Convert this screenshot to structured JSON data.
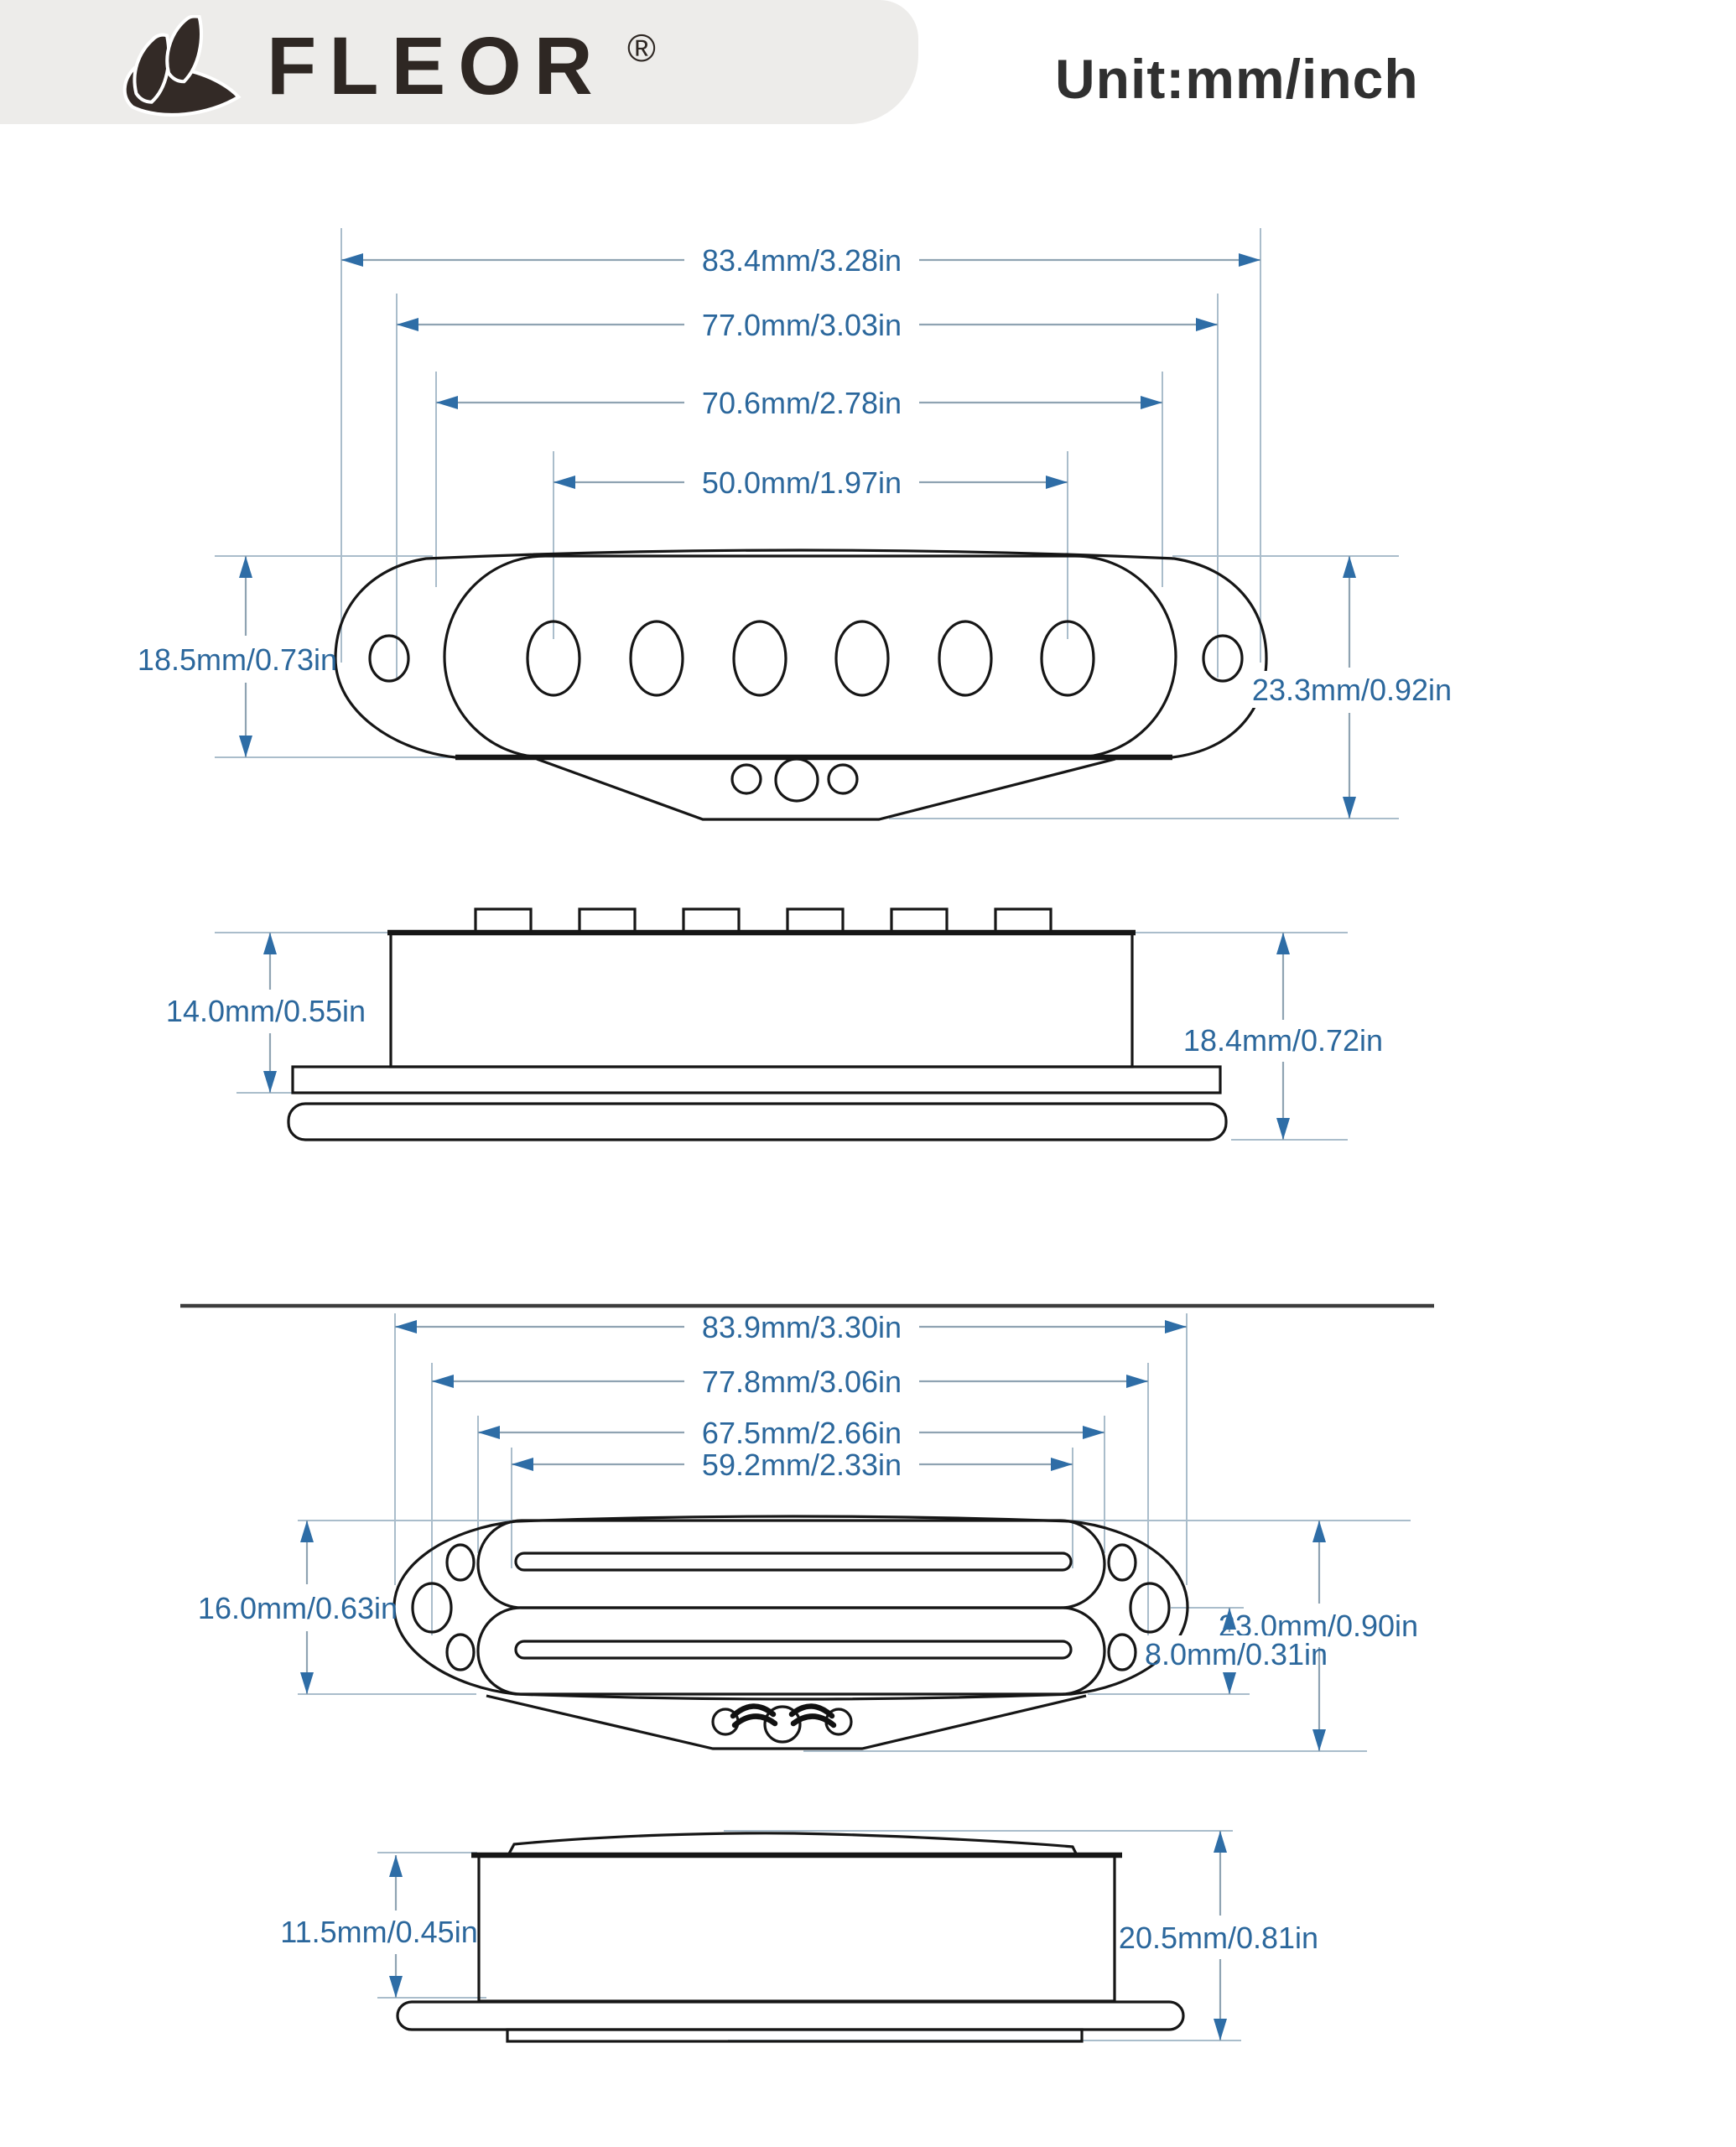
{
  "header": {
    "brand": "FLEOR",
    "registered_mark": "®",
    "units_title": "Unit:mm/inch"
  },
  "icons": {
    "logo": "fleor-leaf-logo-icon"
  },
  "colors": {
    "dimension_text": "#2b679c",
    "arrowhead": "#2e6da6",
    "drawing_line": "#161616",
    "extension_line": "#aabdcb",
    "header_bg": "#edecea",
    "logo": "#2e2723",
    "divider": "#3d3d3d"
  },
  "dims": {
    "d1": {
      "name": "single-coil-pickup-top-view",
      "w_outer": "83.4mm/3.28in",
      "w_screws": "77.0mm/3.03in",
      "w_cover": "70.6mm/2.78in",
      "w_poles": "50.0mm/1.97in",
      "h_cover": "18.5mm/0.73in",
      "h_total": "23.3mm/0.92in"
    },
    "d2": {
      "name": "single-coil-pickup-side-view",
      "h_body": "14.0mm/0.55in",
      "h_total": "18.4mm/0.72in"
    },
    "d3": {
      "name": "dual-rail-pickup-top-view",
      "w_outer": "83.9mm/3.30in",
      "w_screws": "77.8mm/3.06in",
      "w_cover": "67.5mm/2.66in",
      "w_rails": "59.2mm/2.33in",
      "h_cover": "16.0mm/0.63in",
      "h_total": "23.0mm/0.90in",
      "h_coil": "8.0mm/0.31in"
    },
    "d4": {
      "name": "dual-rail-pickup-side-view",
      "h_body": "11.5mm/0.45in",
      "h_total": "20.5mm/0.81in"
    }
  }
}
